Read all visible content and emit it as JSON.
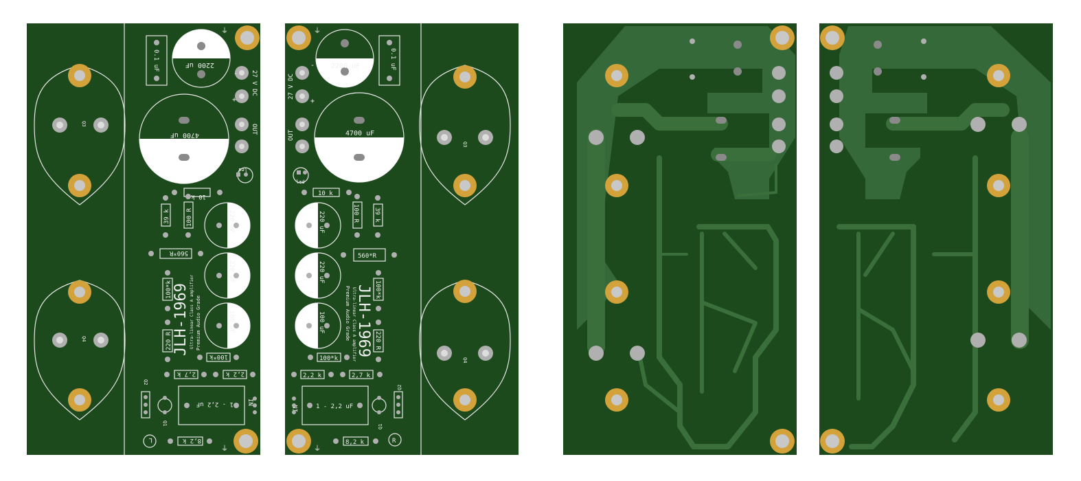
{
  "boards": {
    "left": {
      "side_marker": "L",
      "title": "JLH-1969",
      "subtitle": "Ultra-linear Class A amplifier",
      "grade": "Premium Audio Grade",
      "labels": {
        "c_2200": "2200 uF",
        "c_4700": "4700 uF",
        "c_01": "0.1 uF",
        "c_220a": "220 uF",
        "c_220b": "220 uF",
        "c_100": "100 uF",
        "r_10k": "10 k",
        "r_39k": "39 k",
        "r_100r": "100 R",
        "r_560": "560*R",
        "r_100k_a": "100*k",
        "r_220r": "220 R",
        "r_100k_b": "100*k",
        "r_27k": "2,7 k",
        "r_22k": "2,2 k",
        "c_in": "1 - 2,2 uF",
        "r_82k": "8,2 k",
        "q1": "Q1",
        "q2": "Q2",
        "q3": "Q3",
        "q4": "Q4",
        "dc": "27 V DC",
        "out": "OUT",
        "in": "IN",
        "led": "led",
        "plus": "+",
        "minus": "-",
        "gnd": "⏚"
      }
    },
    "right": {
      "side_marker": "R",
      "title": "JLH-1969",
      "subtitle": "Ultra-linear Class A amplifier",
      "grade": "Premium Audio Grade",
      "labels": {
        "c_2200": "2200 uF",
        "c_4700": "4700 uF",
        "c_01": "0.1 uF",
        "c_220a": "220 uF",
        "c_220b": "220 uF",
        "c_100": "100 uF",
        "r_10k": "10 k",
        "r_39k": "39 k",
        "r_100r": "100 R",
        "r_560": "560*R",
        "r_100k_a": "100*k",
        "r_220r": "220 R",
        "r_100k_b": "100*k",
        "r_27k": "2,7 k",
        "r_22k": "2,2 k",
        "c_in": "1 - 2,2 uF",
        "r_82k": "8,2 k",
        "q1": "Q1",
        "q2": "Q2",
        "q3": "Q3",
        "q4": "Q4",
        "dc": "27 V DC",
        "out": "OUT",
        "in": "IN",
        "led": "led",
        "plus": "+",
        "minus": "-",
        "gnd": "⏚"
      }
    }
  },
  "colors": {
    "board": "#1c4a1c",
    "copper": "#36693a",
    "pad_gold": "#d4a23a",
    "silkscreen": "#f0f0f0"
  }
}
